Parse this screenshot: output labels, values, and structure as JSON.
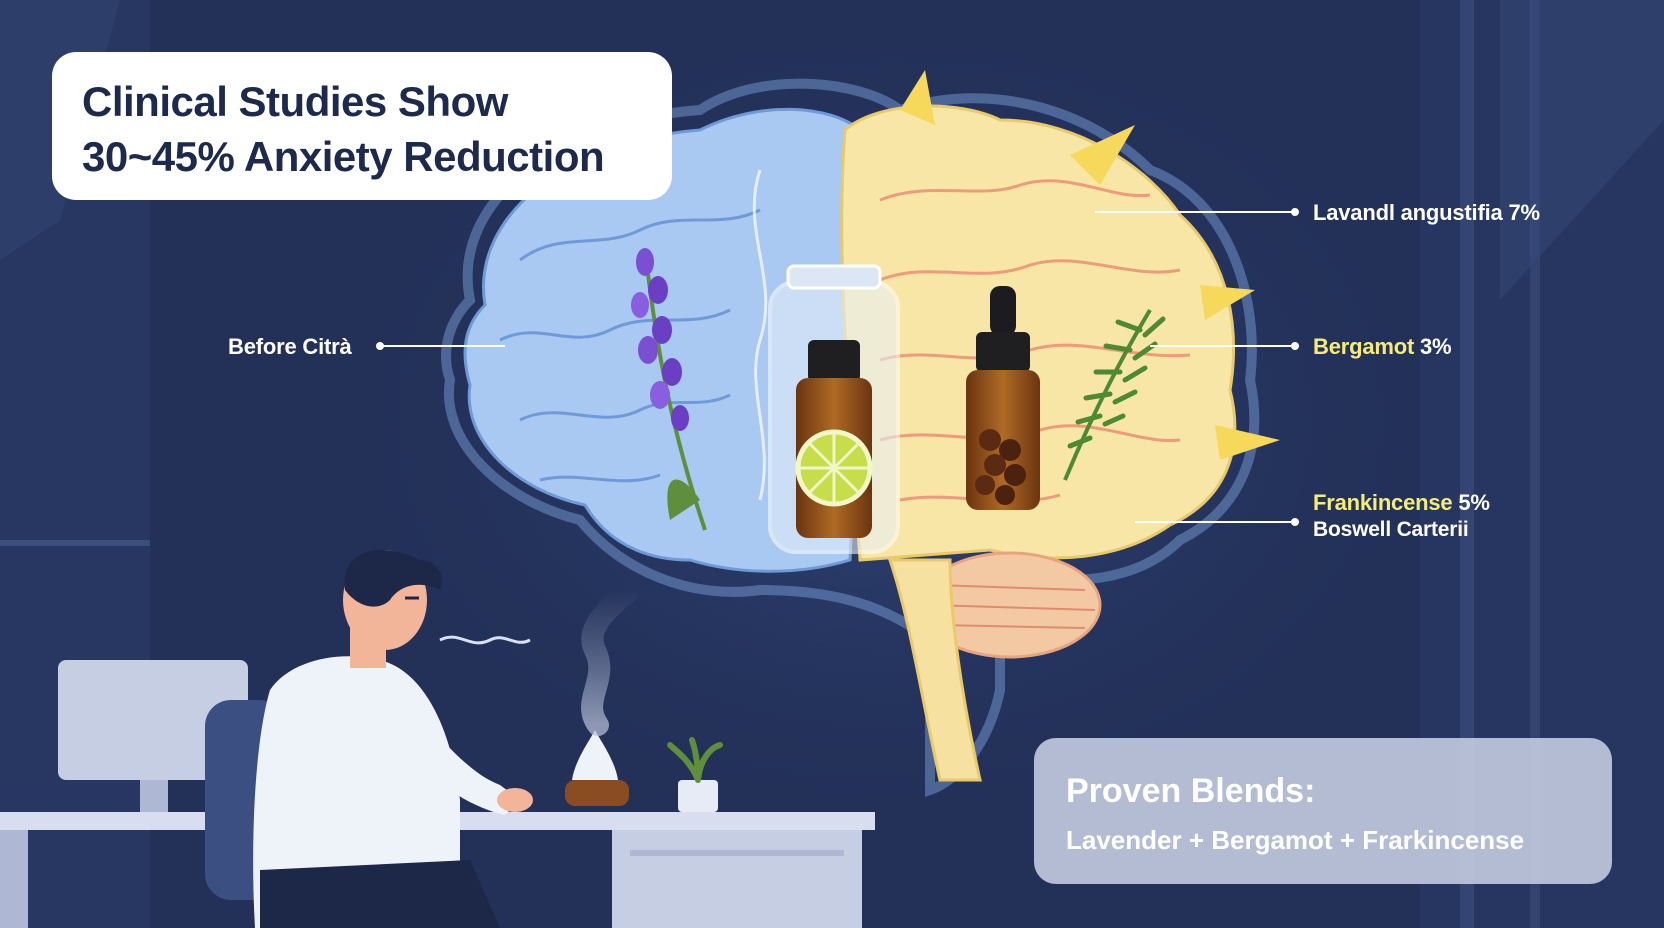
{
  "headline": {
    "line1": "Clinical Studies Show",
    "line2": "30~45% Anxiety Reduction"
  },
  "labels": {
    "before": "Before Citrà",
    "lavender_name": "Lavandl angustifia",
    "lavender_pct": "7%",
    "bergamot_name": "Bergamot",
    "bergamot_pct": "3%",
    "frankincense_name": "Frankincense",
    "frankincense_pct": "5%",
    "frankincense_latin": "Boswell Carterii"
  },
  "blends": {
    "title": "Proven Blends:",
    "items": "Lavender + Bergamot + Frarkincense"
  },
  "colors": {
    "background": "#233159",
    "brain_left": "#a9c8f2",
    "brain_right": "#f7e6a6",
    "accent_yellow": "#f6ec7a",
    "label_white": "#ffffff"
  }
}
